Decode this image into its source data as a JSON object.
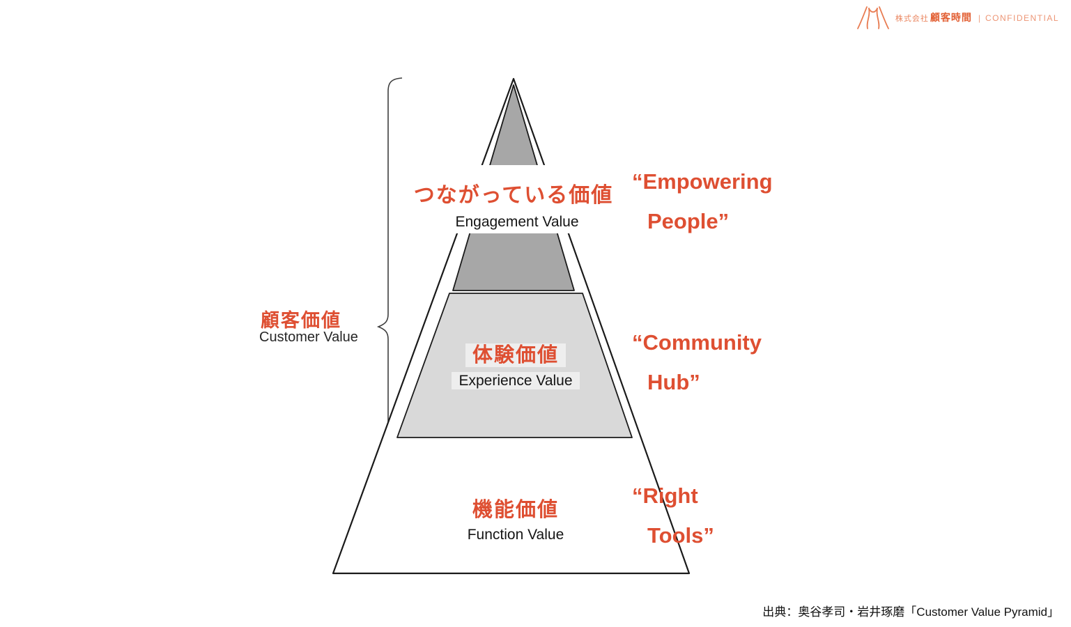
{
  "header": {
    "logo_icon": "praying-hands-mountain-icon",
    "company_prefix": "株式会社",
    "company_name": "顧客時間",
    "separator": "|",
    "confidential": "CONFIDENTIAL"
  },
  "bracket_label": {
    "title_jp": "顧客価値",
    "title_en": "Customer Value"
  },
  "pyramid": {
    "levels": [
      {
        "jp": "つながっている価値",
        "en": "Engagement Value",
        "quote_line1": "“Empowering",
        "quote_line2": "People”",
        "fill": "#a7a7a7"
      },
      {
        "jp": "体験価値",
        "en": "Experience Value",
        "quote_line1": "“Community",
        "quote_line2": "Hub”",
        "fill": "#d9d9d9"
      },
      {
        "jp": "機能価値",
        "en": "Function Value",
        "quote_line1": "“Right",
        "quote_line2": "Tools”",
        "fill": "#ffffff"
      }
    ]
  },
  "footer": {
    "citation": "出典：奥谷孝司・岩井琢磨「Customer Value Pyramid」"
  },
  "colors": {
    "accent_red": "#de4f32",
    "logo_orange": "#e87c52",
    "confidential_orange": "#ed9575",
    "dark_gray_fill": "#a7a7a7",
    "light_gray_fill": "#d9d9d9",
    "outline_black": "#1a1a1a",
    "brace_gray": "#3d3d3d"
  }
}
